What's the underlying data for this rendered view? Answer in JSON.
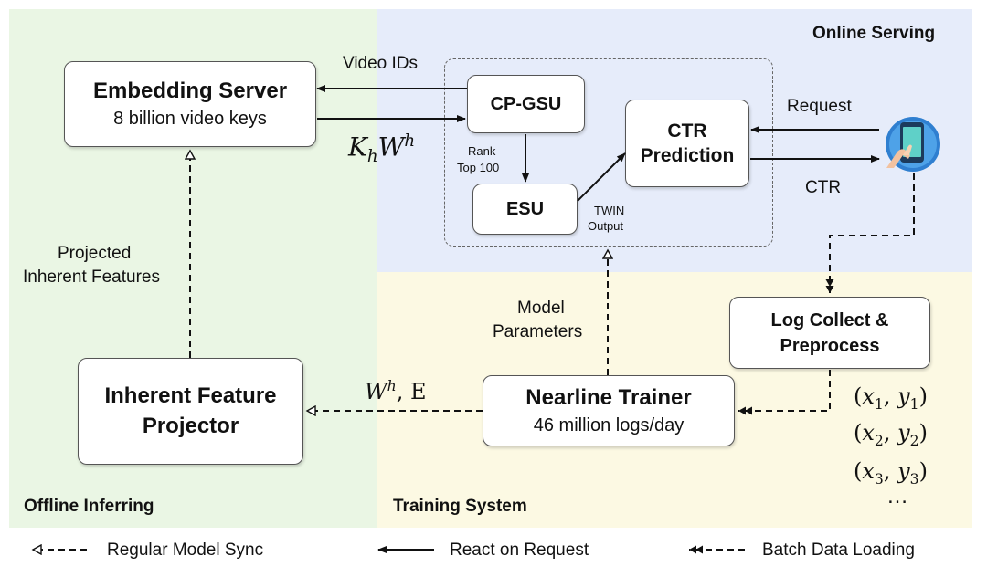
{
  "regions": {
    "online": "Online Serving",
    "offline": "Offline Inferring",
    "training": "Training System"
  },
  "boxes": {
    "embedding_server": {
      "title": "Embedding Server",
      "subtitle": "8 billion video keys"
    },
    "cp_gsu": {
      "title": "CP-GSU"
    },
    "esu": {
      "title": "ESU"
    },
    "ctr_prediction": {
      "title_line1": "CTR",
      "title_line2": "Prediction"
    },
    "log_collect": {
      "title_line1": "Log Collect &",
      "title_line2": "Preprocess"
    },
    "nearline_trainer": {
      "title": "Nearline Trainer",
      "subtitle": "46 million logs/day"
    },
    "inherent_projector": {
      "title_line1": "Inherent Feature",
      "title_line2": "Projector"
    }
  },
  "labels": {
    "video_ids": "Video IDs",
    "rank_line1": "Rank",
    "rank_line2": "Top 100",
    "twin_line1": "TWIN",
    "twin_line2": "Output",
    "request": "Request",
    "ctr": "CTR",
    "model_params_line1": "Model",
    "model_params_line2": "Parameters",
    "projected_line1": "Projected",
    "projected_line2": "Inherent Features",
    "ellipsis": "…"
  },
  "math": {
    "khwh": {
      "K": "K",
      "h_sub": "h",
      "W": "W",
      "h_sup": "h"
    },
    "whe": {
      "W": "W",
      "h_sup": "h",
      "rest": ", E"
    },
    "samples": [
      {
        "open": "(",
        "x": "x",
        "i": "1",
        "comma": ", ",
        "y": "y",
        "close": ")"
      },
      {
        "open": "(",
        "x": "x",
        "i": "2",
        "comma": ", ",
        "y": "y",
        "close": ")"
      },
      {
        "open": "(",
        "x": "x",
        "i": "3",
        "comma": ", ",
        "y": "y",
        "close": ")"
      }
    ]
  },
  "legend": {
    "regular_sync": "Regular Model Sync",
    "react_request": "React on Request",
    "batch_loading": "Batch Data Loading"
  },
  "icons": {
    "phone": "smartphone-touch-icon"
  },
  "colors": {
    "offline_bg": "#eaf6e4",
    "online_bg": "#e6ecfa",
    "training_bg": "#fcf9e3",
    "phone_screen": "#5fd0c8",
    "phone_body": "#2f7fd0"
  }
}
